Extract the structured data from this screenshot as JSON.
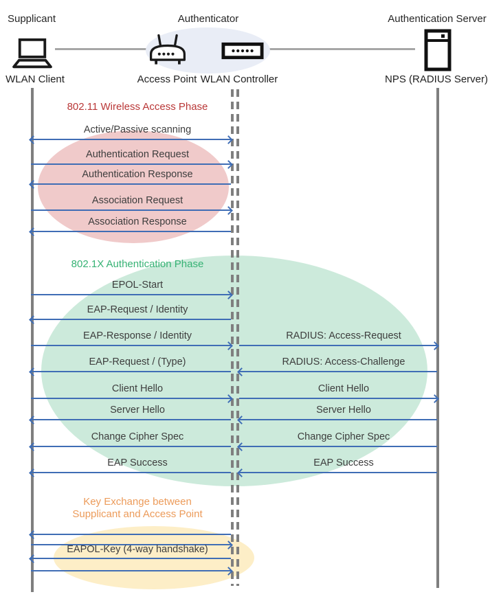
{
  "header": {
    "roles": [
      {
        "label": "Supplicant"
      },
      {
        "label": "Authenticator"
      },
      {
        "label": "Authentication Server"
      }
    ],
    "nodes": [
      {
        "label": "WLAN Client",
        "icon": "laptop-icon"
      },
      {
        "label": "Access Point",
        "icon": "access-point-icon"
      },
      {
        "label": "WLAN Controller",
        "icon": "wlan-controller-icon"
      },
      {
        "label": "NPS (RADIUS Server)",
        "icon": "server-icon"
      }
    ]
  },
  "phases": [
    {
      "title": "802.11 Wireless Access Phase",
      "title_color": "#b93737",
      "ellipse_color": "#f0caca"
    },
    {
      "title": "802.1X Authentication Phase",
      "title_color": "#36b274",
      "ellipse_color": "#cceadb"
    },
    {
      "title_line1": "Key Exchange between",
      "title_line2": "Supplicant and Access Point",
      "title_color": "#ec9b5a",
      "ellipse_color": "#fdeec7"
    }
  ],
  "messages": [
    {
      "label": "Active/Passive scanning",
      "span": "client-controller",
      "direction": "both"
    },
    {
      "label": "Authentication Request",
      "span": "client-controller",
      "direction": "right"
    },
    {
      "label": "Authentication Response",
      "span": "client-controller",
      "direction": "left"
    },
    {
      "label": "Association Request",
      "span": "client-controller",
      "direction": "right"
    },
    {
      "label": "Association Response",
      "span": "client-controller",
      "direction": "left"
    },
    {
      "label": "EPOL-Start",
      "span": "client-controller",
      "direction": "right"
    },
    {
      "label": "EAP-Request / Identity",
      "span": "client-controller",
      "direction": "left"
    },
    {
      "label": "EAP-Response / Identity",
      "span": "client-controller",
      "direction": "right"
    },
    {
      "label": "RADIUS: Access-Request",
      "span": "controller-server",
      "direction": "right"
    },
    {
      "label": "EAP-Request / (Type)",
      "span": "client-controller",
      "direction": "left"
    },
    {
      "label": "RADIUS: Access-Challenge",
      "span": "controller-server",
      "direction": "left"
    },
    {
      "label": "Client Hello",
      "span": "client-controller",
      "direction": "right"
    },
    {
      "label": "Client Hello",
      "span": "controller-server",
      "direction": "right"
    },
    {
      "label": "Server Hello",
      "span": "client-controller",
      "direction": "left"
    },
    {
      "label": "Server Hello",
      "span": "controller-server",
      "direction": "left"
    },
    {
      "label": "Change Cipher Spec",
      "span": "client-controller",
      "direction": "left"
    },
    {
      "label": "Change Cipher Spec",
      "span": "controller-server",
      "direction": "left"
    },
    {
      "label": "EAP Success",
      "span": "client-controller",
      "direction": "left"
    },
    {
      "label": "EAP Success",
      "span": "controller-server",
      "direction": "left"
    },
    {
      "label": "EAPOL-Key (4-way handshake)",
      "span": "client-controller",
      "direction": "left,right,left,right"
    }
  ],
  "colors": {
    "arrow": "#3f6db5",
    "lifeline": "#7f7f7f",
    "connector": "#a6a6a6",
    "message_text": "#3d3d3d",
    "authenticator_ellipse": "#e9edf6",
    "phase1_ellipse": "#f0caca",
    "phase2_ellipse": "#cceadb",
    "phase3_ellipse": "#fdeec7"
  }
}
